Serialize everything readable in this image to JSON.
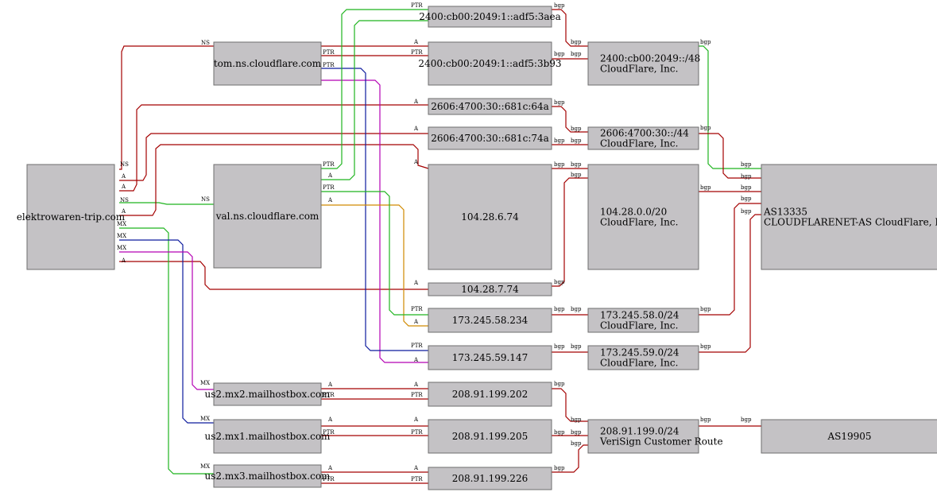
{
  "colors": {
    "red": "#a40000",
    "green": "#1fb41f",
    "blue": "#0c1a9e",
    "magenta": "#b400b4",
    "orange": "#d08a00"
  },
  "nodes": [
    {
      "id": "root",
      "lines": [
        "elektrowaren-trip.com"
      ]
    },
    {
      "id": "tom",
      "lines": [
        "tom.ns.cloudflare.com"
      ]
    },
    {
      "id": "val",
      "lines": [
        "val.ns.cloudflare.com"
      ]
    },
    {
      "id": "mx2",
      "lines": [
        "us2.mx2.mailhostbox.com"
      ]
    },
    {
      "id": "mx1",
      "lines": [
        "us2.mx1.mailhostbox.com"
      ]
    },
    {
      "id": "mx3",
      "lines": [
        "us2.mx3.mailhostbox.com"
      ]
    },
    {
      "id": "v6a",
      "lines": [
        "2400:cb00:2049:1::adf5:3aea"
      ]
    },
    {
      "id": "v6b",
      "lines": [
        "2400:cb00:2049:1::adf5:3b93"
      ]
    },
    {
      "id": "v6c",
      "lines": [
        "2606:4700:30::681c:64a"
      ]
    },
    {
      "id": "v6d",
      "lines": [
        "2606:4700:30::681c:74a"
      ]
    },
    {
      "id": "ip674",
      "lines": [
        "104.28.6.74"
      ]
    },
    {
      "id": "ip774",
      "lines": [
        "104.28.7.74"
      ]
    },
    {
      "id": "ip58",
      "lines": [
        "173.245.58.234"
      ]
    },
    {
      "id": "ip59",
      "lines": [
        "173.245.59.147"
      ]
    },
    {
      "id": "ip202",
      "lines": [
        "208.91.199.202"
      ]
    },
    {
      "id": "ip205",
      "lines": [
        "208.91.199.205"
      ]
    },
    {
      "id": "ip226",
      "lines": [
        "208.91.199.226"
      ]
    },
    {
      "id": "pfx48",
      "lines": [
        "2400:cb00:2049::/48",
        "CloudFlare, Inc."
      ]
    },
    {
      "id": "pfx44",
      "lines": [
        "2606:4700:30::/44",
        "CloudFlare, Inc."
      ]
    },
    {
      "id": "pfx20",
      "lines": [
        "104.28.0.0/20",
        "CloudFlare, Inc."
      ]
    },
    {
      "id": "pfx58",
      "lines": [
        "173.245.58.0/24",
        "CloudFlare, Inc."
      ]
    },
    {
      "id": "pfx59",
      "lines": [
        "173.245.59.0/24",
        "CloudFlare, Inc."
      ]
    },
    {
      "id": "pfx199",
      "lines": [
        "208.91.199.0/24",
        "VeriSign Customer Route"
      ]
    },
    {
      "id": "as13335",
      "lines": [
        "AS13335",
        "CLOUDFLARENET-AS CloudFlare, Inc."
      ]
    },
    {
      "id": "as19905",
      "lines": [
        "AS19905"
      ]
    }
  ],
  "edges": [
    {
      "from": "root",
      "to": "tom",
      "label": "NS",
      "color": "red"
    },
    {
      "from": "root",
      "to": "val",
      "label": "NS",
      "color": "green"
    },
    {
      "from": "root",
      "to": "v6c",
      "label": "A",
      "color": "red"
    },
    {
      "from": "root",
      "to": "v6d",
      "label": "A",
      "color": "red"
    },
    {
      "from": "root",
      "to": "ip674",
      "label": "A",
      "color": "red"
    },
    {
      "from": "root",
      "to": "ip774",
      "label": "A",
      "color": "red"
    },
    {
      "from": "root",
      "to": "mx3",
      "label": "MX",
      "color": "green"
    },
    {
      "from": "root",
      "to": "mx1",
      "label": "MX",
      "color": "blue"
    },
    {
      "from": "root",
      "to": "mx2",
      "label": "MX",
      "color": "magenta"
    },
    {
      "from": "tom",
      "to": "v6b",
      "label": "A",
      "color": "red"
    },
    {
      "from": "v6b",
      "to": "tom",
      "label": "PTR",
      "color": "red"
    },
    {
      "from": "tom",
      "to": "ip59",
      "label": "A",
      "color": "magenta"
    },
    {
      "from": "ip59",
      "to": "tom",
      "label": "PTR",
      "color": "blue"
    },
    {
      "from": "val",
      "to": "v6a",
      "label": "A",
      "color": "green"
    },
    {
      "from": "v6a",
      "to": "val",
      "label": "PTR",
      "color": "green"
    },
    {
      "from": "val",
      "to": "ip58",
      "label": "A",
      "color": "orange"
    },
    {
      "from": "ip58",
      "to": "val",
      "label": "PTR",
      "color": "green"
    },
    {
      "from": "mx2",
      "to": "ip202",
      "label": "A",
      "color": "red"
    },
    {
      "from": "ip202",
      "to": "mx2",
      "label": "PTR",
      "color": "red"
    },
    {
      "from": "mx1",
      "to": "ip205",
      "label": "A",
      "color": "red"
    },
    {
      "from": "ip205",
      "to": "mx1",
      "label": "PTR",
      "color": "red"
    },
    {
      "from": "mx3",
      "to": "ip226",
      "label": "A",
      "color": "red"
    },
    {
      "from": "ip226",
      "to": "mx3",
      "label": "PTR",
      "color": "red"
    },
    {
      "from": "v6a",
      "to": "pfx48",
      "label": "bgp",
      "color": "red"
    },
    {
      "from": "v6b",
      "to": "pfx48",
      "label": "bgp",
      "color": "red"
    },
    {
      "from": "v6c",
      "to": "pfx44",
      "label": "bgp",
      "color": "red"
    },
    {
      "from": "v6d",
      "to": "pfx44",
      "label": "bgp",
      "color": "red"
    },
    {
      "from": "ip674",
      "to": "pfx20",
      "label": "bgp",
      "color": "red"
    },
    {
      "from": "ip774",
      "to": "pfx20",
      "label": "bgp",
      "color": "red"
    },
    {
      "from": "ip58",
      "to": "pfx58",
      "label": "bgp",
      "color": "red"
    },
    {
      "from": "ip59",
      "to": "pfx59",
      "label": "bgp",
      "color": "red"
    },
    {
      "from": "ip202",
      "to": "pfx199",
      "label": "bgp",
      "color": "red"
    },
    {
      "from": "ip205",
      "to": "pfx199",
      "label": "bgp",
      "color": "red"
    },
    {
      "from": "ip226",
      "to": "pfx199",
      "label": "bgp",
      "color": "red"
    },
    {
      "from": "pfx48",
      "to": "as13335",
      "label": "bgp",
      "color": "green"
    },
    {
      "from": "pfx44",
      "to": "as13335",
      "label": "bgp",
      "color": "red"
    },
    {
      "from": "pfx20",
      "to": "as13335",
      "label": "bgp",
      "color": "red"
    },
    {
      "from": "pfx58",
      "to": "as13335",
      "label": "bgp",
      "color": "red"
    },
    {
      "from": "pfx59",
      "to": "as13335",
      "label": "bgp",
      "color": "red"
    },
    {
      "from": "pfx199",
      "to": "as19905",
      "label": "bgp",
      "color": "red"
    }
  ]
}
